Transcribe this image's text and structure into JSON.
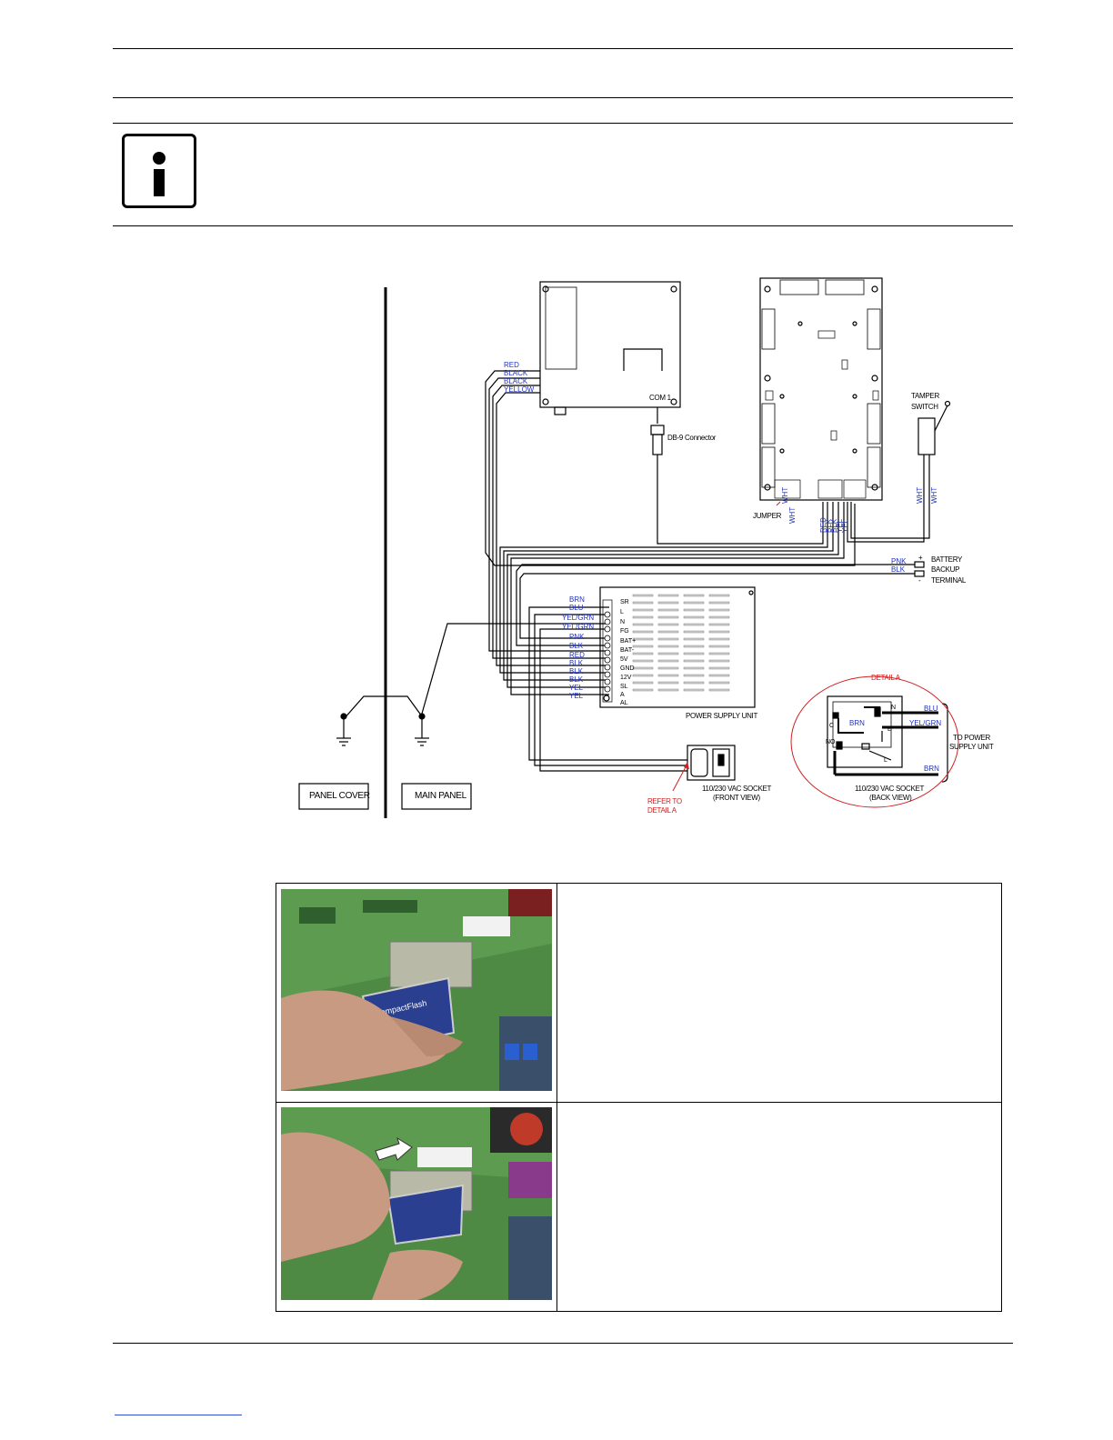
{
  "diagram": {
    "wire_colors_top": [
      "RED",
      "BLACK",
      "BLACK",
      "YELLOW"
    ],
    "com_label": "COM 1",
    "db9_label": "DB-9 Connector",
    "tamper_label": [
      "TAMPER",
      "SWITCH"
    ],
    "wht_labels": [
      "WHT",
      "WHT"
    ],
    "jumper_label": "JUMPER",
    "controller_wire_labels": [
      "WHT",
      "WHT",
      "RED",
      "BLK",
      "BLK",
      "YEL",
      "YEL"
    ],
    "battery_labels": [
      "BATTERY",
      "BACKUP",
      "TERMINAL"
    ],
    "battery_wires": [
      "PNK",
      "BLK"
    ],
    "psu_wire_labels": [
      "BRN",
      "BLU",
      "YEL/GRN",
      "YEL/GRN",
      "PNK",
      "BLK",
      "RED",
      "BLK",
      "BLK",
      "BLK",
      "YEL",
      "YEL"
    ],
    "psu_terminal_labels": [
      "SR",
      "L",
      "N",
      "FG",
      "BAT+",
      "BAT-",
      "5V",
      "GND",
      "12V",
      "SL",
      "A",
      "AL"
    ],
    "psu_label": "POWER SUPPLY UNIT",
    "socket_front_label": [
      "110/230 VAC SOCKET",
      "(FRONT VIEW)"
    ],
    "refer_label": [
      "REFER TO",
      "DETAIL A"
    ],
    "detail_title": "DETAIL A",
    "detail_wires": [
      "BLU",
      "YEL/GRN",
      "BRN"
    ],
    "detail_inner": [
      "BRN",
      "N",
      "C",
      "E",
      "NO",
      "L"
    ],
    "detail_to_psu": [
      "TO POWER",
      "SUPPLY UNIT"
    ],
    "socket_back_label": [
      "110/230 VAC SOCKET",
      "(BACK VIEW)"
    ],
    "panel_cover_label": "PANEL COVER",
    "main_panel_label": "MAIN PANEL"
  },
  "photos": {
    "card_brand": "CompactFlash"
  },
  "colors": {
    "wire_label_blue": "#2233bb",
    "detail_red": "#d02020",
    "pcb_green": "#3e8a3a"
  }
}
